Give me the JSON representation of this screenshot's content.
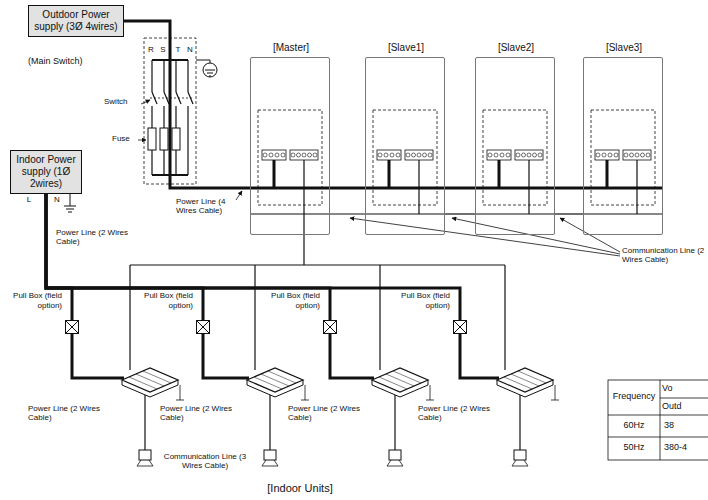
{
  "diagram": {
    "nodes": [
      {
        "text": [
          "Outdoor Power supply (3Ø 4wires)"
        ]
      },
      {
        "text": [
          "[Master]"
        ]
      },
      {
        "text": [
          "[Slave1]"
        ]
      },
      {
        "text": [
          "[Slave2]"
        ]
      },
      {
        "text": [
          "[Slave3]"
        ]
      },
      {
        "text": [
          "Indoor Power supply (1Ø 2wires)"
        ]
      },
      {
        "text": [
          "Pull Box (field option)"
        ]
      },
      {
        "text": [
          "Pull Box (field option)"
        ]
      },
      {
        "text": [
          "Pull Box (field option)"
        ]
      },
      {
        "text": [
          "Pull Box (field option)"
        ]
      }
    ],
    "edges": [
      {
        "from": 0,
        "to": 1,
        "arrow": "none"
      },
      {
        "from": 1,
        "to": 2,
        "arrow": "none"
      },
      {
        "from": 2,
        "to": 3,
        "arrow": "none"
      },
      {
        "from": 3,
        "to": 4,
        "arrow": "none"
      },
      {
        "from": 1,
        "to": 2,
        "arrow": "none"
      },
      {
        "from": 2,
        "to": 3,
        "arrow": "none"
      },
      {
        "from": 3,
        "to": 4,
        "arrow": "none"
      },
      {
        "from": 5,
        "to": 6,
        "arrow": "none"
      },
      {
        "from": 5,
        "to": 7,
        "arrow": "none"
      },
      {
        "from": 5,
        "to": 8,
        "arrow": "none"
      },
      {
        "from": 5,
        "to": 9,
        "arrow": "none"
      }
    ],
    "labels": [
      "(Main Switch)",
      "R",
      "S",
      "T",
      "N",
      "Switch",
      "Fuse",
      "L",
      "N",
      "Power Line (4 Wires Cable)",
      "Power Line (2 Wires Cable)",
      "Communication Line (2 Wires Cable)",
      "Power Line (2 Wires Cable)",
      "Power Line (2 Wires Cable)",
      "Power Line (2 Wires Cable)",
      "Power Line (2 Wires Cable)",
      "Communication Line (3 Wires Cable)",
      "[Indoor Units]",
      "Frequency",
      "Vo",
      "Outd",
      "60Hz",
      "38",
      "50Hz",
      "380-4"
    ]
  }
}
